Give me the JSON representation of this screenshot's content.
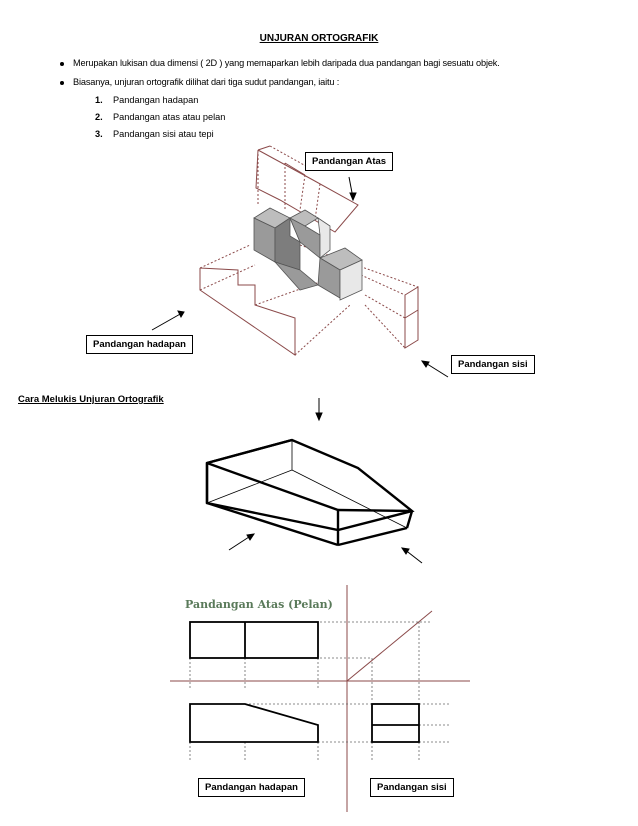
{
  "title": "UNJURAN ORTOGRAFIK",
  "bullets": [
    "Merupakan lukisan dua dimensi ( 2D ) yang memaparkan lebih daripada dua pandangan bagi sesuatu objek.",
    "Biasanya, unjuran ortografik dilihat dari tiga sudut pandangan, iaitu :"
  ],
  "views_list": [
    {
      "num": "1.",
      "text": "Pandangan hadapan"
    },
    {
      "num": "2.",
      "text": "Pandangan atas atau pelan"
    },
    {
      "num": "3.",
      "text": "Pandangan sisi atau tepi"
    }
  ],
  "labels": {
    "top_view": "Pandangan Atas",
    "front_view": "Pandangan hadapan",
    "side_view": "Pandangan sisi",
    "front_view_2": "Pandangan hadapan",
    "side_view_2": "Pandangan sisi"
  },
  "section_title": "Cara Melukis Unjuran Ortografik",
  "plan_label": "Pandangan Atas (Pelan)",
  "colors": {
    "construction": "#8b4a4a",
    "block_fill": "#9a9a9a",
    "plan_text": "#5a7a5a"
  }
}
